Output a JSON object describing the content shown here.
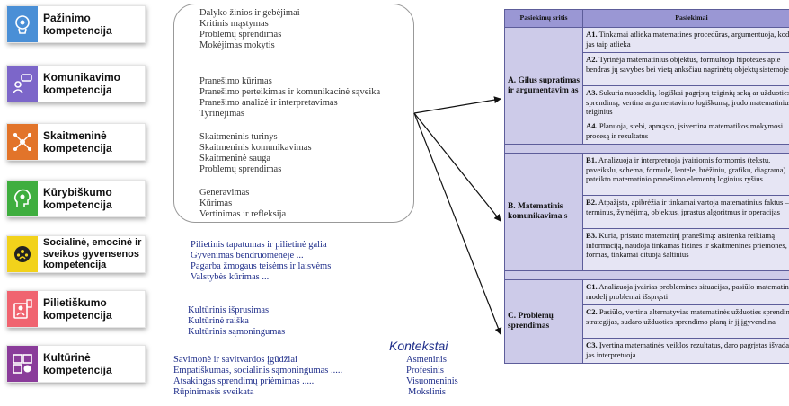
{
  "competencies": [
    {
      "label": "Pažinimo\nkompetencija",
      "icon": "head-gears-icon",
      "color": "#4a8fd6"
    },
    {
      "label": "Komunikavimo\nkompetencija",
      "icon": "speech-people-icon",
      "color": "#7c66c9"
    },
    {
      "label": "Skaitmeninė\nkompetencija",
      "icon": "digital-network-icon",
      "color": "#e2742a"
    },
    {
      "label": "Kūrybiškumo\nkompetencija",
      "icon": "creative-head-icon",
      "color": "#3fae3f"
    },
    {
      "label": "Socialinė, emocinė ir\nsveikos gyvensenos\nkompetencija",
      "icon": "community-icon",
      "color": "#f2d21b"
    },
    {
      "label": "Pilietiškumo\nkompetencija",
      "icon": "civic-building-icon",
      "color": "#f06470"
    },
    {
      "label": "Kultūrinė\nkompetencija",
      "icon": "culture-icon",
      "color": "#8a3c9a"
    }
  ],
  "center_groups": [
    [
      "Dalyko žinios ir gebėjimai",
      "Kritinis mąstymas",
      "Problemų sprendimas",
      "Mokėjimas mokytis"
    ],
    [
      "Pranešimo kūrimas",
      "Pranešimo perteikimas ir komunikacinė sąveika",
      "Pranešimo analizė ir interpretavimas",
      "Tyrinėjimas"
    ],
    [
      "Skaitmeninis turinys",
      "Skaitmeninis komunikavimas",
      "Skaitmeninė sauga",
      "Problemų sprendimas"
    ],
    [
      "Generavimas",
      "Kūrimas",
      "Vertinimas ir refleksija"
    ]
  ],
  "civic_items": [
    "Pilietinis tapatumas ir pilietinė galia",
    "Gyvenimas bendruomenėje ...",
    "Pagarba žmogaus teisėms ir laisvėms",
    "Valstybės kūrimas ..."
  ],
  "cultural_items": [
    "Kultūrinis išprusimas",
    "Kultūrinė raiška",
    "Kultūrinis sąmoningumas"
  ],
  "social_items": [
    "Savimonė ir savitvardos įgūdžiai",
    "Empatiškumas, socialinis sąmoningumas .....",
    "Atsakingas sprendimų priėmimas .....",
    "Rūpinimasis sveikata"
  ],
  "contexts_title": "Kontekstai",
  "contexts": [
    "Asmeninis",
    "Profesinis",
    "Visuomeninis",
    "Mokslinis"
  ],
  "table": {
    "col1": "Pasiekimų sritis",
    "col2": "Pasiekimai",
    "sections": [
      {
        "title": "A. Gilus supratimas ir argumentavim as",
        "items": [
          {
            "code": "A1.",
            "text": "Tinkamai atlieka matematines procedūras, argumentuoja, kodėl jas taip atlieka"
          },
          {
            "code": "A2.",
            "text": "Tyrinėja matematinius objektus, formuluoja hipotezes apie bendras jų savybes bei vietą anksčiau nagrinėtų objektų sistemoje"
          },
          {
            "code": "A3.",
            "text": "Sukuria nuoseklią, logiškai pagrįstą teiginių seką ar užduoties sprendimą, vertina argumentavimo logiškumą, įrodo matematinius teiginius"
          },
          {
            "code": "A4.",
            "text": "Planuoja, stebi, apmąsto, įsivertina matematikos mokymosi procesą ir rezultatus"
          }
        ]
      },
      {
        "title": "B. Matematinis komunikavima s",
        "items": [
          {
            "code": "B1.",
            "text": "Analizuoja ir interpretuoja įvairiomis formomis (tekstu, paveikslu, schema, formule, lentele, brėžiniu, grafiku, diagrama) pateikto matematinio pranešimo elementų loginius ryšius"
          },
          {
            "code": "B2.",
            "text": "Atpažįsta, apibrėžia ir tinkamai vartoja matematinius faktus – terminus, žymėjimą, objektus, įprastus algoritmus ir operacijas"
          },
          {
            "code": "B3.",
            "text": "Kuria, pristato matematinį pranešimą: atsirenka reikiamą informaciją, naudoja tinkamas fizines ir skaitmenines priemones, formas, tinkamai cituoja šaltinius"
          }
        ]
      },
      {
        "title": "C. Problemų sprendimas",
        "items": [
          {
            "code": "C1.",
            "text": "Analizuoja įvairias problemines situacijas, pasiūlo matematinį modelį problemai išspręsti"
          },
          {
            "code": "C2.",
            "text": "Pasiūlo, vertina alternatyvias matematinės užduoties sprendimo strategijas, sudaro užduoties sprendimo planą ir jį įgyvendina"
          },
          {
            "code": "C3.",
            "text": "Įvertina matematinės veiklos rezultatus, daro pagrįstas išvadas, jas interpretuoja"
          }
        ]
      }
    ]
  }
}
